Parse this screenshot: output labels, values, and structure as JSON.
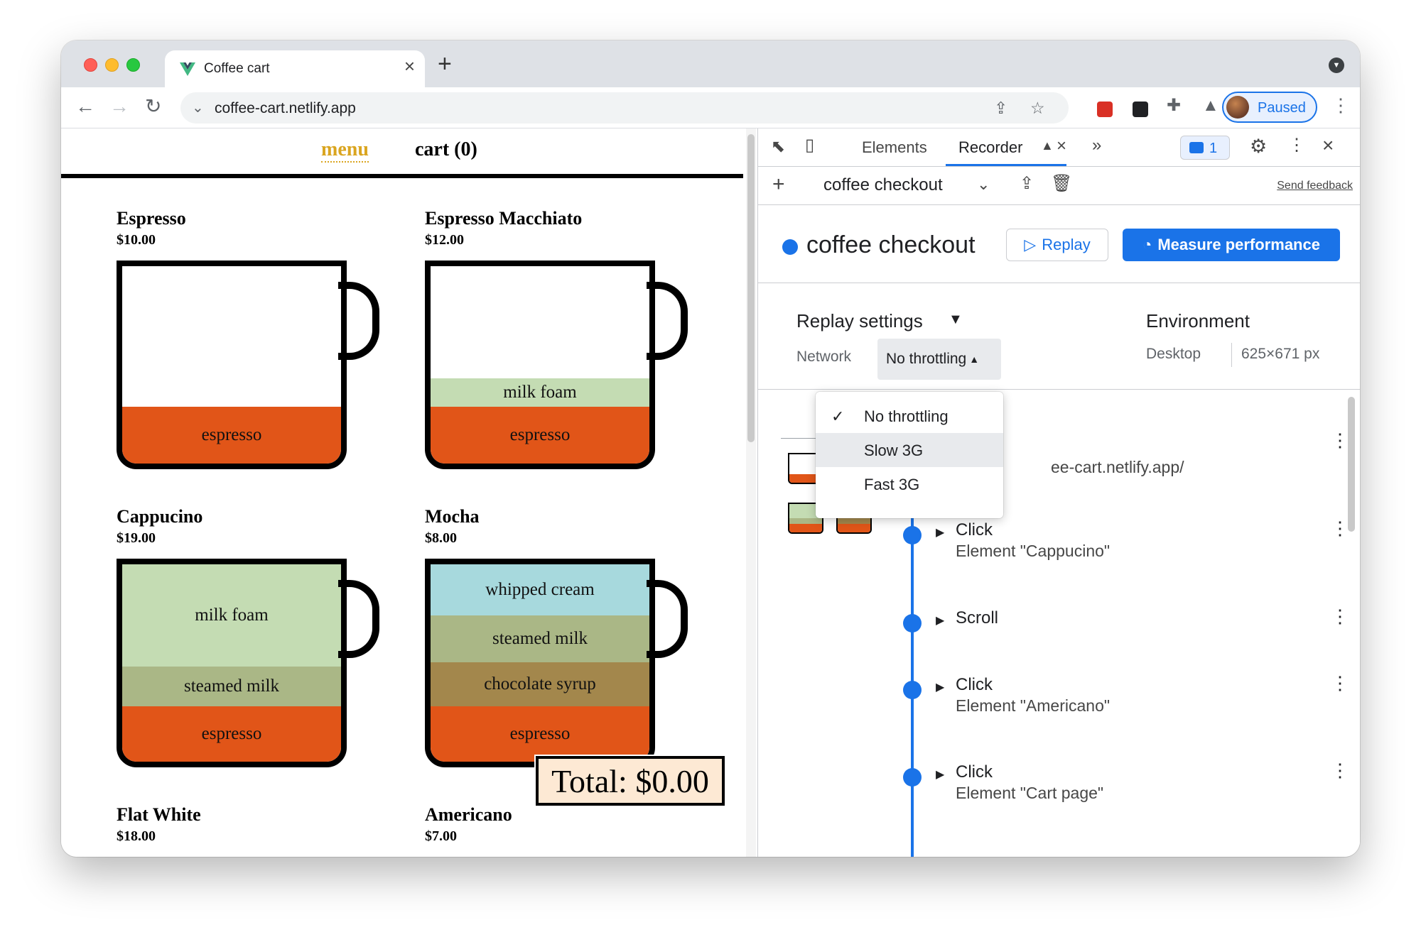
{
  "browser": {
    "tab_title": "Coffee cart",
    "url": "coffee-cart.netlify.app",
    "profile_label": "Paused"
  },
  "page": {
    "nav": {
      "menu": "menu",
      "cart": "cart (0)"
    },
    "products": [
      {
        "name": "Espresso",
        "price": "$10.00",
        "layers": [
          "espresso"
        ]
      },
      {
        "name": "Espresso Macchiato",
        "price": "$12.00",
        "layers": [
          "milk foam",
          "espresso"
        ]
      },
      {
        "name": "Cappucino",
        "price": "$19.00",
        "layers": [
          "milk foam",
          "steamed milk",
          "espresso"
        ]
      },
      {
        "name": "Mocha",
        "price": "$8.00",
        "layers": [
          "whipped cream",
          "steamed milk",
          "chocolate syrup",
          "espresso"
        ]
      },
      {
        "name": "Flat White",
        "price": "$18.00"
      },
      {
        "name": "Americano",
        "price": "$7.00"
      }
    ],
    "total": "Total: $0.00"
  },
  "devtools": {
    "tabs": {
      "elements": "Elements",
      "recorder": "Recorder",
      "issues_count": "1"
    },
    "recording_select": "coffee checkout",
    "send_feedback": "Send feedback",
    "recording_title": "coffee checkout",
    "replay_button": "Replay",
    "measure_button": "Measure performance",
    "replay_settings": "Replay settings",
    "network_label": "Network",
    "network_value": "No throttling",
    "environment_title": "Environment",
    "environment_device": "Desktop",
    "environment_size": "625×671 px",
    "network_options": [
      "No throttling",
      "Slow 3G",
      "Fast 3G"
    ],
    "navigate_url_partial": "ee-cart.netlify.app/",
    "steps": [
      {
        "title": "Click",
        "sub": "Element \"Cappucino\""
      },
      {
        "title": "Scroll",
        "sub": ""
      },
      {
        "title": "Click",
        "sub": "Element \"Americano\""
      },
      {
        "title": "Click",
        "sub": "Element \"Cart page\""
      }
    ]
  },
  "colors": {
    "accent": "#1a73e8",
    "espresso": "#e15518",
    "milk_foam": "#c4dcb3",
    "steamed_milk": "#aab786",
    "chocolate_syrup": "#a3874c",
    "whipped_cream": "#a7d9dd",
    "menu_link": "#daa520"
  },
  "icons": [
    "vue-favicon",
    "back-arrow-icon",
    "forward-arrow-icon",
    "reload-icon",
    "share-icon",
    "star-icon",
    "extensions-icon",
    "inspect-icon",
    "device-toggle-icon",
    "gear-icon",
    "close-icon",
    "upload-icon",
    "trash-icon",
    "checkmark-icon"
  ]
}
